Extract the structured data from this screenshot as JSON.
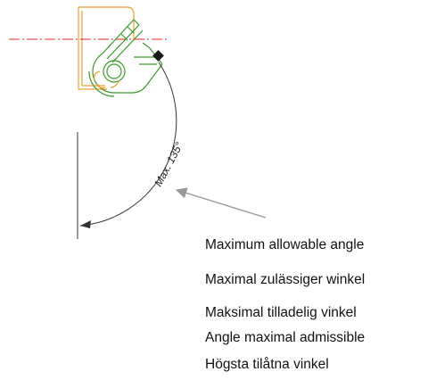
{
  "angle_label": "Max. 135°",
  "captions": [
    "Maximum allowable angle",
    "Maximal zulässiger winkel",
    "Maksimal tilladelig vinkel",
    "Angle maximal admissible",
    "Högsta tilåtna vinkel"
  ],
  "max_angle_deg": 135,
  "colors": {
    "housing": "#f0a030",
    "hinge_arm": "#3a9a2a",
    "center_line": "#e02020",
    "dimension": "#333333",
    "pointer_arrow": "#9a9a9a"
  }
}
